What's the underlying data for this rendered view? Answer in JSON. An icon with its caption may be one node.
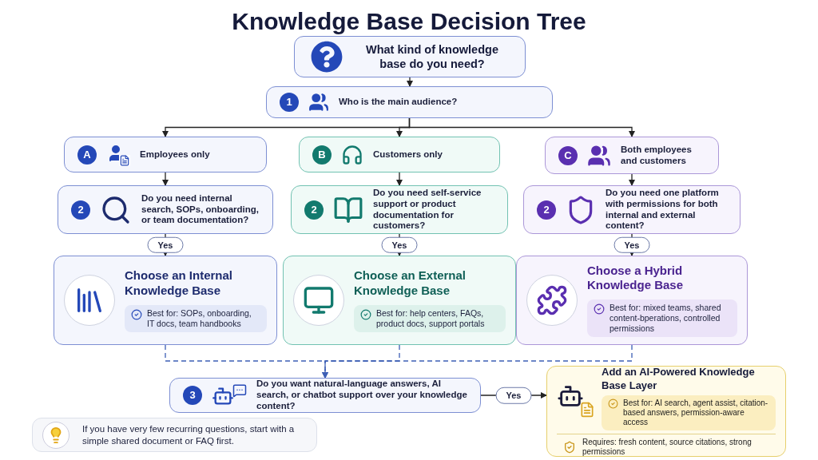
{
  "diagram": {
    "title": "Knowledge Base Decision Tree",
    "nodes": [
      {
        "text": [
          "What kind of knowledge base do you need?"
        ]
      },
      {
        "text": [
          "1",
          "Who is the main audience?"
        ]
      },
      {
        "text": [
          "A",
          "Employees only"
        ]
      },
      {
        "text": [
          "B",
          "Customers only"
        ]
      },
      {
        "text": [
          "C",
          "Both employees and customers"
        ]
      },
      {
        "text": [
          "2",
          "Do you need internal search, SOPs, onboarding, or team documentation?"
        ]
      },
      {
        "text": [
          "2",
          "Do you need self-service support or product documentation for customers?"
        ]
      },
      {
        "text": [
          "2",
          "Do you need one platform with permissions for both internal and external content?"
        ]
      },
      {
        "text": [
          "Choose an Internal Knowledge Base",
          "Best for: SOPs, onboarding, IT docs, team handbooks"
        ]
      },
      {
        "text": [
          "Choose an External Knowledge Base",
          "Best for: help centers, FAQs, product docs, support portals"
        ]
      },
      {
        "text": [
          "Choose a Hybrid Knowledge Base",
          "Best for: mixed teams, shared content-bperations, controlled permissions"
        ]
      },
      {
        "text": [
          "3",
          "Do you want natural-language answers, AI search, or chatbot support over your knowledge content?"
        ]
      },
      {
        "text": [
          "Add an AI-Powered Knowledge Base Layer",
          "Best for: AI search, agent assist, citation-based answers, permission-aware access",
          "Requires: fresh content, source citations, strong permissions"
        ]
      },
      {
        "text": [
          "If you have very few recurring questions, start with a simple shared document or FAQ first."
        ]
      }
    ],
    "edges": [
      {
        "from": 0,
        "to": 1,
        "arrow": "to"
      },
      {
        "from": 1,
        "to": 2,
        "arrow": "to"
      },
      {
        "from": 1,
        "to": 3,
        "arrow": "to"
      },
      {
        "from": 1,
        "to": 4,
        "arrow": "to"
      },
      {
        "from": 2,
        "to": 5,
        "arrow": "to"
      },
      {
        "from": 3,
        "to": 6,
        "arrow": "to"
      },
      {
        "from": 4,
        "to": 7,
        "arrow": "to"
      },
      {
        "from": 5,
        "to": 8,
        "arrow": "to",
        "label": "Yes"
      },
      {
        "from": 6,
        "to": 9,
        "arrow": "to",
        "label": "Yes"
      },
      {
        "from": 7,
        "to": 10,
        "arrow": "to",
        "label": "Yes"
      },
      {
        "from": 8,
        "to": 11,
        "arrow": "to",
        "style": "dashed",
        "color": "#3d5fb5"
      },
      {
        "from": 9,
        "to": 11,
        "arrow": "to",
        "style": "dashed",
        "color": "#3d5fb5"
      },
      {
        "from": 10,
        "to": 11,
        "arrow": "to",
        "style": "dashed",
        "color": "#3d5fb5"
      },
      {
        "from": 11,
        "to": 12,
        "arrow": "to",
        "label": "Yes"
      }
    ]
  }
}
